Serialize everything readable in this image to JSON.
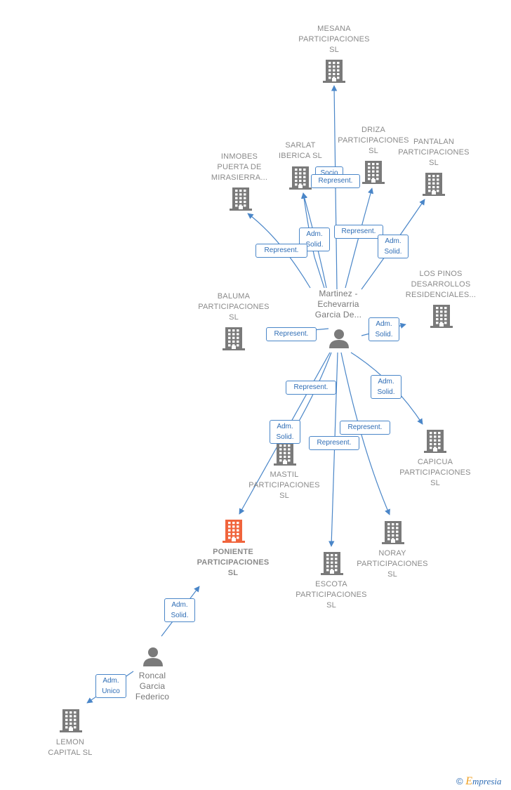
{
  "nodes": [
    {
      "id": "mesana",
      "type": "company",
      "label": "MESANA\nPARTICIPACIONES\nSL"
    },
    {
      "id": "sarlat",
      "type": "company",
      "label": "SARLAT\nIBERICA  SL"
    },
    {
      "id": "driza",
      "type": "company",
      "label": "DRIZA\nPARTICIPACIONES\nSL"
    },
    {
      "id": "pantalan",
      "type": "company",
      "label": "PANTALAN\nPARTICIPACIONES\nSL"
    },
    {
      "id": "inmobes",
      "type": "company",
      "label": "INMOBES\nPUERTA DE\nMIRASIERRA..."
    },
    {
      "id": "lospinos",
      "type": "company",
      "label": "LOS PINOS\nDESARROLLOS\nRESIDENCIALES..."
    },
    {
      "id": "baluma",
      "type": "company",
      "label": "BALUMA\nPARTICIPACIONES\nSL"
    },
    {
      "id": "martinez",
      "type": "person",
      "label": "Martinez -\nEchevarria\nGarcia De..."
    },
    {
      "id": "mastil",
      "type": "company",
      "label": "MASTIL\nPARTICIPACIONES\nSL"
    },
    {
      "id": "capicua",
      "type": "company",
      "label": "CAPICUA\nPARTICIPACIONES\nSL"
    },
    {
      "id": "poniente",
      "type": "company",
      "label": "PONIENTE\nPARTICIPACIONES\nSL",
      "focus": true
    },
    {
      "id": "escota",
      "type": "company",
      "label": "ESCOTA\nPARTICIPACIONES\nSL"
    },
    {
      "id": "noray",
      "type": "company",
      "label": "NORAY\nPARTICIPACIONES\nSL"
    },
    {
      "id": "roncal",
      "type": "person",
      "label": "Roncal\nGarcia\nFederico"
    },
    {
      "id": "lemon",
      "type": "company",
      "label": "LEMON\nCAPITAL SL"
    }
  ],
  "edges": [
    {
      "from": "martinez",
      "to": "mesana",
      "label": "Socio"
    },
    {
      "from": "martinez",
      "to": "sarlat",
      "label": "Represent."
    },
    {
      "from": "martinez",
      "to": "sarlat",
      "label": "Adm.\nSolid."
    },
    {
      "from": "martinez",
      "to": "driza",
      "label": "Represent."
    },
    {
      "from": "martinez",
      "to": "pantalan",
      "label": "Adm.\nSolid."
    },
    {
      "from": "martinez",
      "to": "inmobes",
      "label": "Represent."
    },
    {
      "from": "martinez",
      "to": "lospinos",
      "label": "Adm.\nSolid."
    },
    {
      "from": "martinez",
      "to": "baluma",
      "label": "Represent."
    },
    {
      "from": "martinez",
      "to": "mastil",
      "label": "Represent."
    },
    {
      "from": "martinez",
      "to": "poniente",
      "label": "Adm.\nSolid."
    },
    {
      "from": "martinez",
      "to": "capicua",
      "label": "Adm.\nSolid."
    },
    {
      "from": "martinez",
      "to": "escota",
      "label": "Represent."
    },
    {
      "from": "martinez",
      "to": "noray",
      "label": "Represent."
    },
    {
      "from": "roncal",
      "to": "poniente",
      "label": "Adm.\nSolid."
    },
    {
      "from": "roncal",
      "to": "lemon",
      "label": "Adm.\nUnico"
    }
  ],
  "colors": {
    "company": "#7a7a7a",
    "focus": "#f0643c",
    "person": "#7a7a7a",
    "edge": "#4a86c8",
    "edge_text": "#2f6db5"
  },
  "footer": {
    "copyright": "©",
    "brand_initial": "E",
    "brand_rest": "mpresia"
  }
}
